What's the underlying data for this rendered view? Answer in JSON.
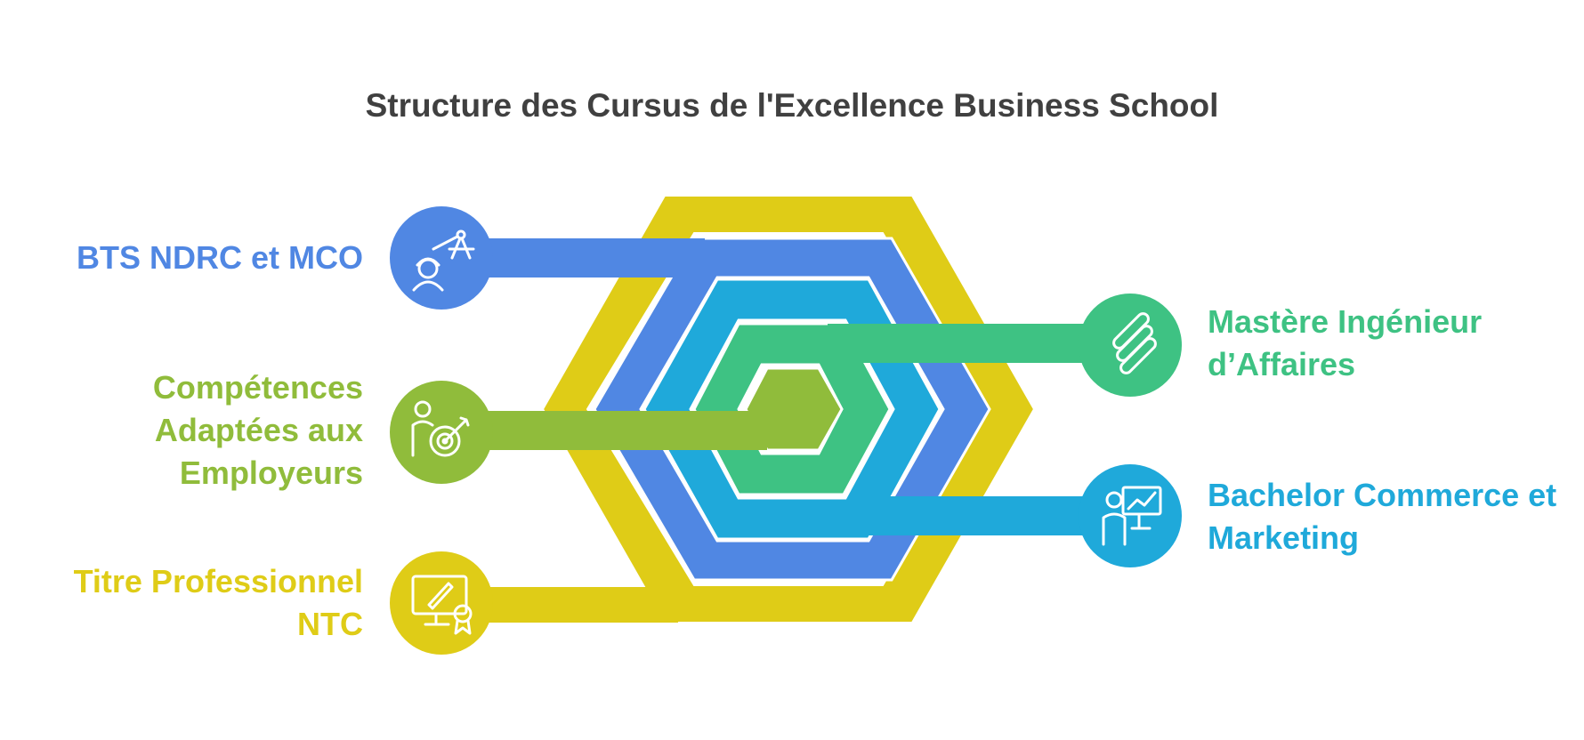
{
  "title": "Structure des Cursus de l'Excellence Business School",
  "colors": {
    "blue": "#5087E3",
    "lime": "#90BC3B",
    "yellow": "#DFCC17",
    "green": "#3EC283",
    "cyan": "#1FA9DA",
    "title_text": "#404040",
    "outline": "#ffffff"
  },
  "items": {
    "bts": {
      "label": "BTS NDRC et MCO",
      "color": "#5087E3",
      "icon": "engineer-compass-icon"
    },
    "comp": {
      "label": "Compétences Adaptées aux Employeurs",
      "color": "#90BC3B",
      "icon": "person-target-icon"
    },
    "titre": {
      "label": "Titre Professionnel NTC",
      "color": "#DFCC17",
      "icon": "design-certificate-icon"
    },
    "mast": {
      "label": "Mastère Ingénieur d’Affaires",
      "color": "#3EC283",
      "icon": "chain-links-icon"
    },
    "bach": {
      "label": "Bachelor Commerce et Marketing",
      "color": "#1FA9DA",
      "icon": "presenter-chart-icon"
    }
  }
}
